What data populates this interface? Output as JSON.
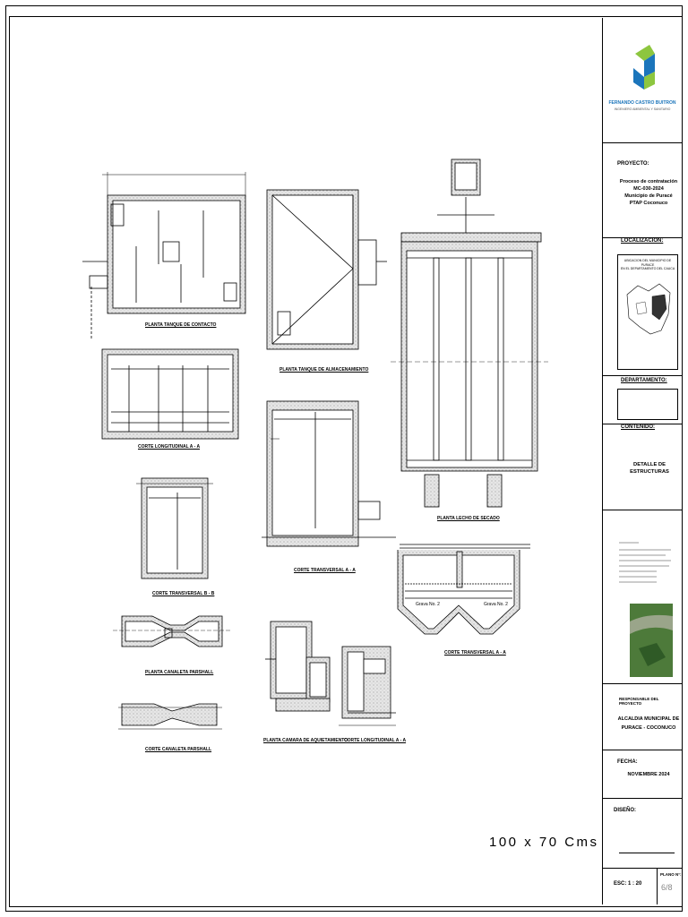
{
  "titleblock": {
    "company_name": "FERNANDO CASTRO BUITRON",
    "company_tagline": "INGENIERO AMBIENTAL Y SANITARIO",
    "project_label": "PROYECTO:",
    "project_lines": [
      "Proceso de contratación",
      "MC-030-2024",
      "Municipio de Puracé",
      "PTAP Coconuco"
    ],
    "location_label": "LOCALIZACION:",
    "location_map_caption": [
      "UBICACION DEL MUNICIPIO DE PURACE",
      "EN EL DEPARTAMENTO DEL CAUCA"
    ],
    "department_label": "DEPARTAMENTO:",
    "content_label": "CONTENIDO:",
    "content_value": "DETALLE DE ESTRUCTURAS",
    "responsible_label": "RESPONSABLE DEL PROYECTO",
    "responsible_value": [
      "ALCALDIA MUNICIPAL DE",
      "PURACE - COCONUCO"
    ],
    "date_label": "FECHA:",
    "date_value": "NOVIEMBRE 2024",
    "design_label": "DISEÑO:",
    "scale_label": "ESC: 1 : 20",
    "sheet_label": "PLANO N°:",
    "sheet_value": "6/8"
  },
  "sheet_size_note": "100 x 70 Cms",
  "drawings": {
    "planta_tanque_contacto": "PLANTA TANQUE DE CONTACTO",
    "planta_tanque_almacenamiento": "PLANTA TANQUE DE ALMACENAMIENTO",
    "planta_lecho_secado": "PLANTA LECHO DE SECADO",
    "corte_longitudinal_aa": "CORTE LONGITUDINAL A - A",
    "corte_transversal_aa_almac": "CORTE TRANSVERSAL A - A",
    "corte_transversal_bb": "CORTE TRANSVERSAL B - B",
    "corte_transversal_aa_lecho": "CORTE TRANSVERSAL A - A",
    "planta_canaleta_parshall": "PLANTA CANALETA PARSHALL",
    "corte_canaleta_parshall": "CORTE CANALETA PARSHALL",
    "planta_camara_aquietamiento": "PLANTA CAMARA DE AQUIETAMIENTO",
    "corte_longitudinal_camara": "CORTE LONGITUDINAL A - A",
    "grava_1": "Grava No. 2",
    "grava_2": "Grava No. 2"
  },
  "colors": {
    "line": "#000000",
    "hatch": "#9a9a9a",
    "logo_green": "#8dc63f",
    "logo_blue": "#1b75bb"
  }
}
